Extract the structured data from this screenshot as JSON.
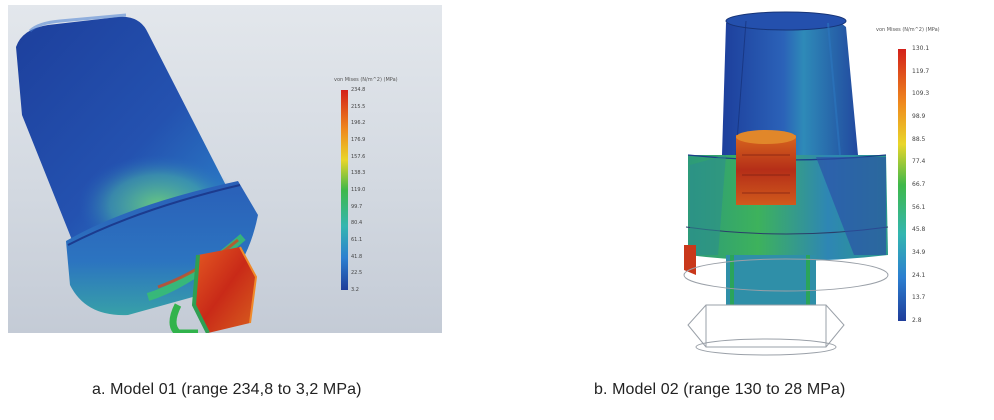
{
  "figure_a": {
    "caption": "a. Model 01 (range 234,8 to 3,2 MPa)",
    "legend_title": "von Mises (N/m^2) (MPa)",
    "legend_ticks": [
      "234.8",
      "215.5",
      "196.2",
      "176.9",
      "157.6",
      "138.3",
      "119.0",
      "99.7",
      "80.4",
      "61.1",
      "41.8",
      "22.5",
      "3.2"
    ]
  },
  "figure_b": {
    "caption": "b. Model 02 (range 130 to 28 MPa)",
    "legend_title": "von Mises (N/m^2) (MPa)",
    "legend_ticks": [
      "130.1",
      "119.7",
      "109.3",
      "98.9",
      "88.5",
      "77.4",
      "66.7",
      "56.1",
      "45.8",
      "34.9",
      "24.1",
      "13.7",
      "2.8"
    ]
  },
  "colors": {
    "background": "#ffffff",
    "panel_a_background": "#d3d9e1",
    "scale_max": "#d3201a",
    "scale_mid": "#3fb84a",
    "scale_min": "#1f3d9a"
  }
}
